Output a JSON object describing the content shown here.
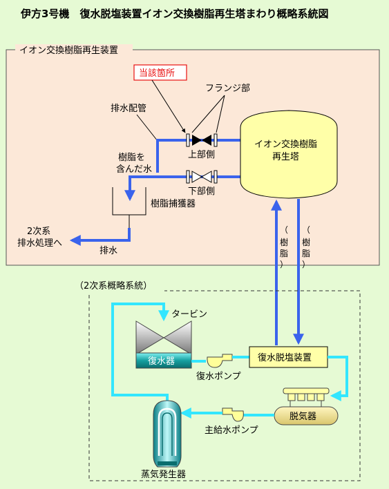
{
  "title": "伊方3号機　復水脱塩装置イオン交換樹脂再生塔まわり概略系統図",
  "upper_box": {
    "label": "イオン交換樹脂再生装置",
    "highlight": "当該箇所",
    "flange": "フランジ部",
    "drain_pipe": "排水配管",
    "resin_water_1": "樹脂を",
    "resin_water_2": "含んだ水",
    "upper_side": "上部側",
    "lower_side": "下部側",
    "resin_trap": "樹脂捕獲器",
    "tower_1": "イオン交換樹脂",
    "tower_2": "再生塔",
    "secondary_1": "2次系",
    "secondary_2": "排水処理へ",
    "drain": "排水",
    "resin_up": [
      "（",
      "樹",
      "脂",
      "）"
    ],
    "resin_down": [
      "（",
      "樹",
      "脂",
      "）"
    ]
  },
  "lower_box": {
    "label": "（2次系概略系統）",
    "turbine": "タービン",
    "condenser": "復水器",
    "condensate_pump": "復水ポンプ",
    "demineralizer": "復水脱塩装置",
    "deaerator": "脱気器",
    "feed_pump": "主給水ポンプ",
    "steam_generator": "蒸気発生器"
  },
  "colors": {
    "background": "#e6fad4",
    "upper_box_fill": "#fce8d8",
    "blue_pipe": "#3a63ec",
    "cyan_pipe": "#33e6ff",
    "tower_fill": "#ffffa8",
    "highlight_red": "#e81010"
  }
}
